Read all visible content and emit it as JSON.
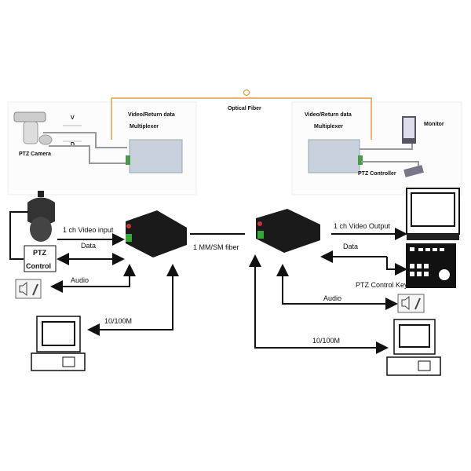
{
  "top": {
    "fiber_label": "Optical Fiber",
    "fiber_color": "#e0a040",
    "left": {
      "mux_line1": "Video/Return data",
      "mux_line2": "Multiplexer",
      "camera": "PTZ Camera",
      "video": "V",
      "data": "D"
    },
    "right": {
      "mux_line1": "Video/Return data",
      "mux_line2": "Multiplexer",
      "monitor": "Monitor",
      "controller": "PTZ Controller"
    }
  },
  "bottom": {
    "left": {
      "video_in": "1 ch Video input",
      "data": "Data",
      "ptz_line1": "PTZ",
      "ptz_line2": "Control",
      "audio": "Audio",
      "ethernet": "10/100M"
    },
    "fiber": "1 MM/SM fiber",
    "right": {
      "video_out": "1 ch Video Output",
      "data": "Data",
      "keyboard": "PTZ Control Keyboard",
      "audio": "Audio",
      "ethernet": "10/100M"
    }
  },
  "icons": [
    "ptz-camera-icon",
    "dome-camera-icon",
    "speaker-microphone-icon",
    "computer-icon",
    "monitor-icon",
    "keyboard-icon",
    "fiber-converter-icon"
  ]
}
